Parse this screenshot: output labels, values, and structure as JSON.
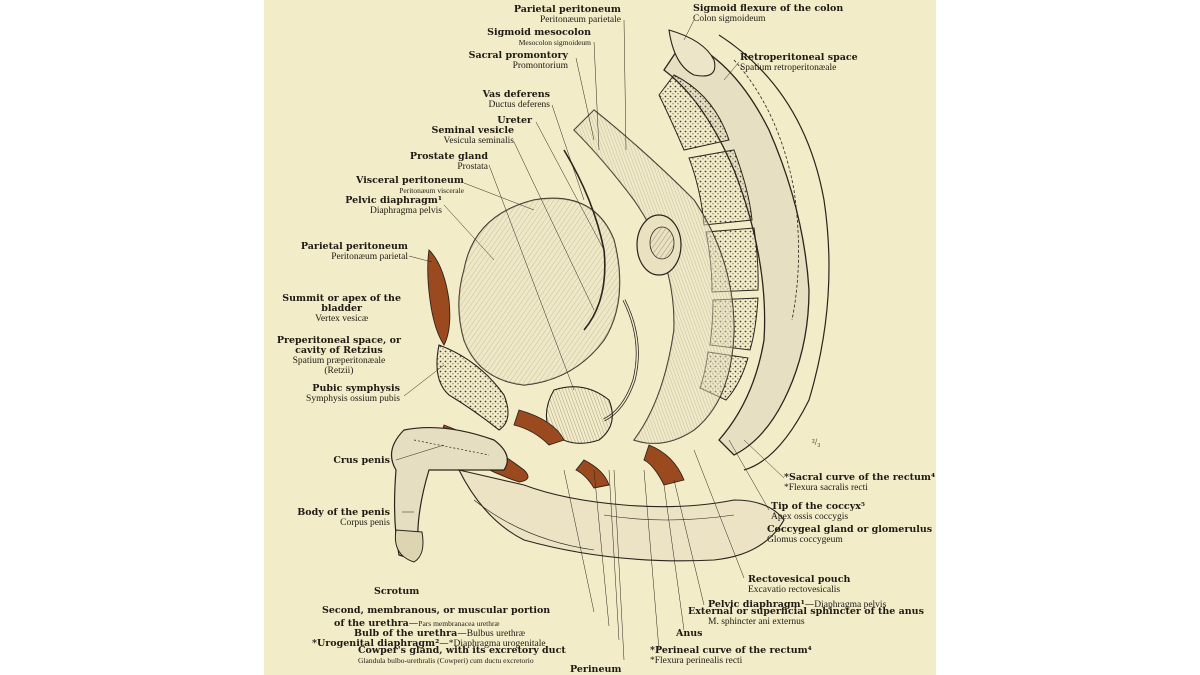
{
  "labels": {
    "parietal_peritoneum_top": {
      "en": "Parietal peritoneum",
      "la": "Peritonæum parietale"
    },
    "sigmoid_mesocolon": {
      "en": "Sigmoid mesocolon",
      "la": "Mesocolon sigmoideum"
    },
    "sacral_promontory": {
      "en": "Sacral promontory",
      "la": "Promontorium"
    },
    "vas_deferens": {
      "en": "Vas deferens",
      "la": "Ductus deferens"
    },
    "ureter": {
      "en": "Ureter"
    },
    "seminal_vesicle": {
      "en": "Seminal vesicle",
      "la": "Vesicula seminalis"
    },
    "prostate_gland": {
      "en": "Prostate gland",
      "la": "Prostata"
    },
    "visceral_peritoneum": {
      "en": "Visceral peritoneum",
      "la": "Peritonæum viscerale"
    },
    "pelvic_diaphragm_left": {
      "en": "Pelvic diaphragm¹",
      "la": "Diaphragma pelvis"
    },
    "parietal_peritoneum_left": {
      "en": "Parietal peritoneum",
      "la": "Peritonæum parietal"
    },
    "summit_bladder": {
      "en1": "Summit or apex of the",
      "en2": "bladder",
      "la": "Vertex vesicæ"
    },
    "preperitoneal_space": {
      "en1": "Preperitoneal space, or",
      "en2": "cavity of Retzius",
      "la1": "Spatium præperitonæale",
      "la2": "(Retzii)"
    },
    "pubic_symphysis": {
      "en": "Pubic symphysis",
      "la": "Symphysis ossium pubis"
    },
    "crus_penis": {
      "en": "Crus penis"
    },
    "body_penis": {
      "en": "Body of the penis",
      "la": "Corpus penis"
    },
    "scrotum": {
      "en": "Scrotum"
    },
    "urethra_portion": {
      "en1": "Second, membranous, or muscular portion",
      "en2": "of the urethra",
      "la": "Pars membranacea urethræ"
    },
    "bulb_urethra": {
      "en": "Bulb of the urethra",
      "la": "Bulbus urethræ"
    },
    "urogenital_diaphragm": {
      "en": "*Urogenital diaphragm²",
      "la": "*Diaphragma urogenitale"
    },
    "cowpers_gland": {
      "en": "Cowper's gland, with its excretory duct",
      "la": "Glandula bulbo-urethralis (Cowperi) cum ductu excretorio"
    },
    "perineum": {
      "en": "Perineum"
    },
    "sigmoid_flexure": {
      "en": "Sigmoid flexure of the colon",
      "la": "Colon sigmoideum"
    },
    "retroperitoneal_space": {
      "en": "Retroperitoneal space",
      "la": "Spatium retroperitonæale"
    },
    "sacral_curve": {
      "en": "*Sacral curve of the rectum⁴",
      "la": "*Flexura sacralis recti"
    },
    "tip_coccyx": {
      "en": "Tip of the coccyx⁵",
      "la": "Apex ossis coccygis"
    },
    "coccygeal_gland": {
      "en": "Coccygeal gland or glomerulus",
      "la": "Glomus coccygeum"
    },
    "rectovesical_pouch": {
      "en": "Rectovesical pouch",
      "la": "Excavatio rectovesicalis"
    },
    "pelvic_diaphragm_right": {
      "en": "Pelvic diaphragm¹",
      "la": "Diaphragma pelvis"
    },
    "external_sphincter": {
      "en": "External or superficial sphincter of the anus",
      "la": "M. sphincter ani externus"
    },
    "anus": {
      "en": "Anus"
    },
    "perineal_curve": {
      "en": "*Perineal curve of the rectum⁴",
      "la": "*Flexura perinealis recti"
    }
  },
  "scale_mark": "²/₃",
  "colors": {
    "paper": "#f3ecc9",
    "ink": "#2a241c",
    "muscle": "#9a4a1e",
    "bone": "#ddd6b8"
  }
}
